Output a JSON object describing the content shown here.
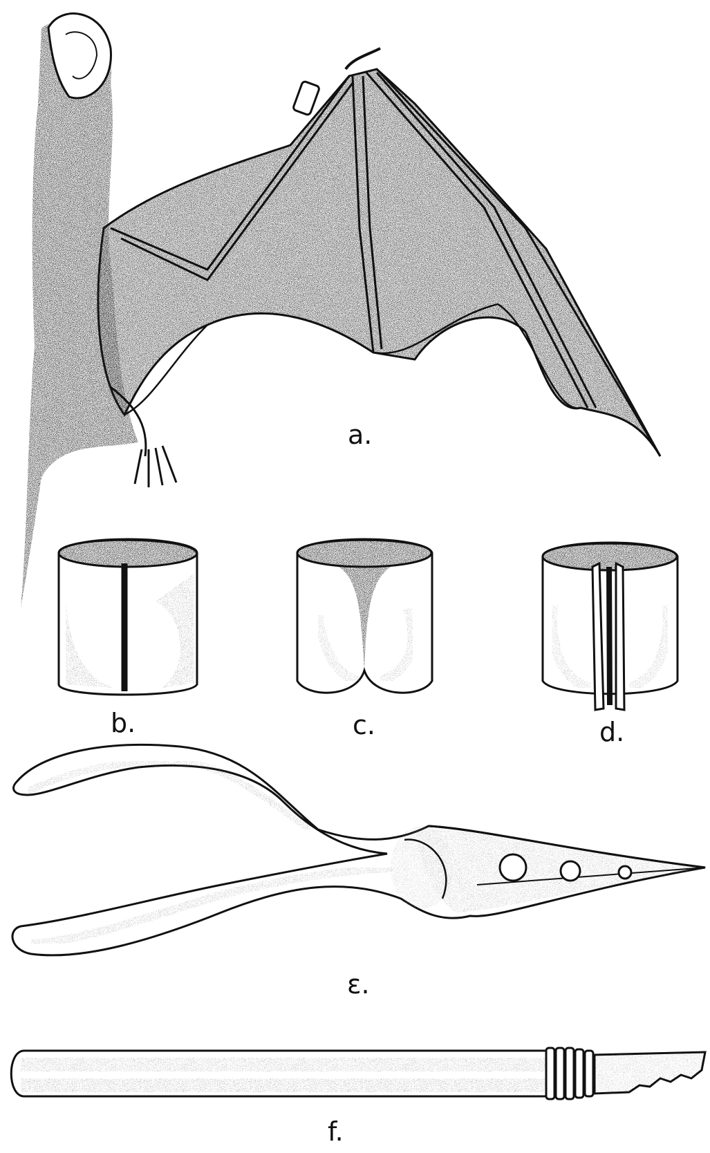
{
  "figure_labels": {
    "a": "a.",
    "b": "b.",
    "c": "c.",
    "d": "d.",
    "e": "ε.",
    "f": "f."
  },
  "colors": {
    "ink": "#111111",
    "paper": "#ffffff",
    "stipple": "#4a4a4a"
  },
  "icons": {
    "a": "bat-with-wing-band-illustration",
    "b": "split-band-illustration",
    "c": "rounded-band-illustration",
    "d": "flanged-band-illustration",
    "e": "banding-pliers-illustration",
    "f": "scalpel-tool-illustration"
  }
}
